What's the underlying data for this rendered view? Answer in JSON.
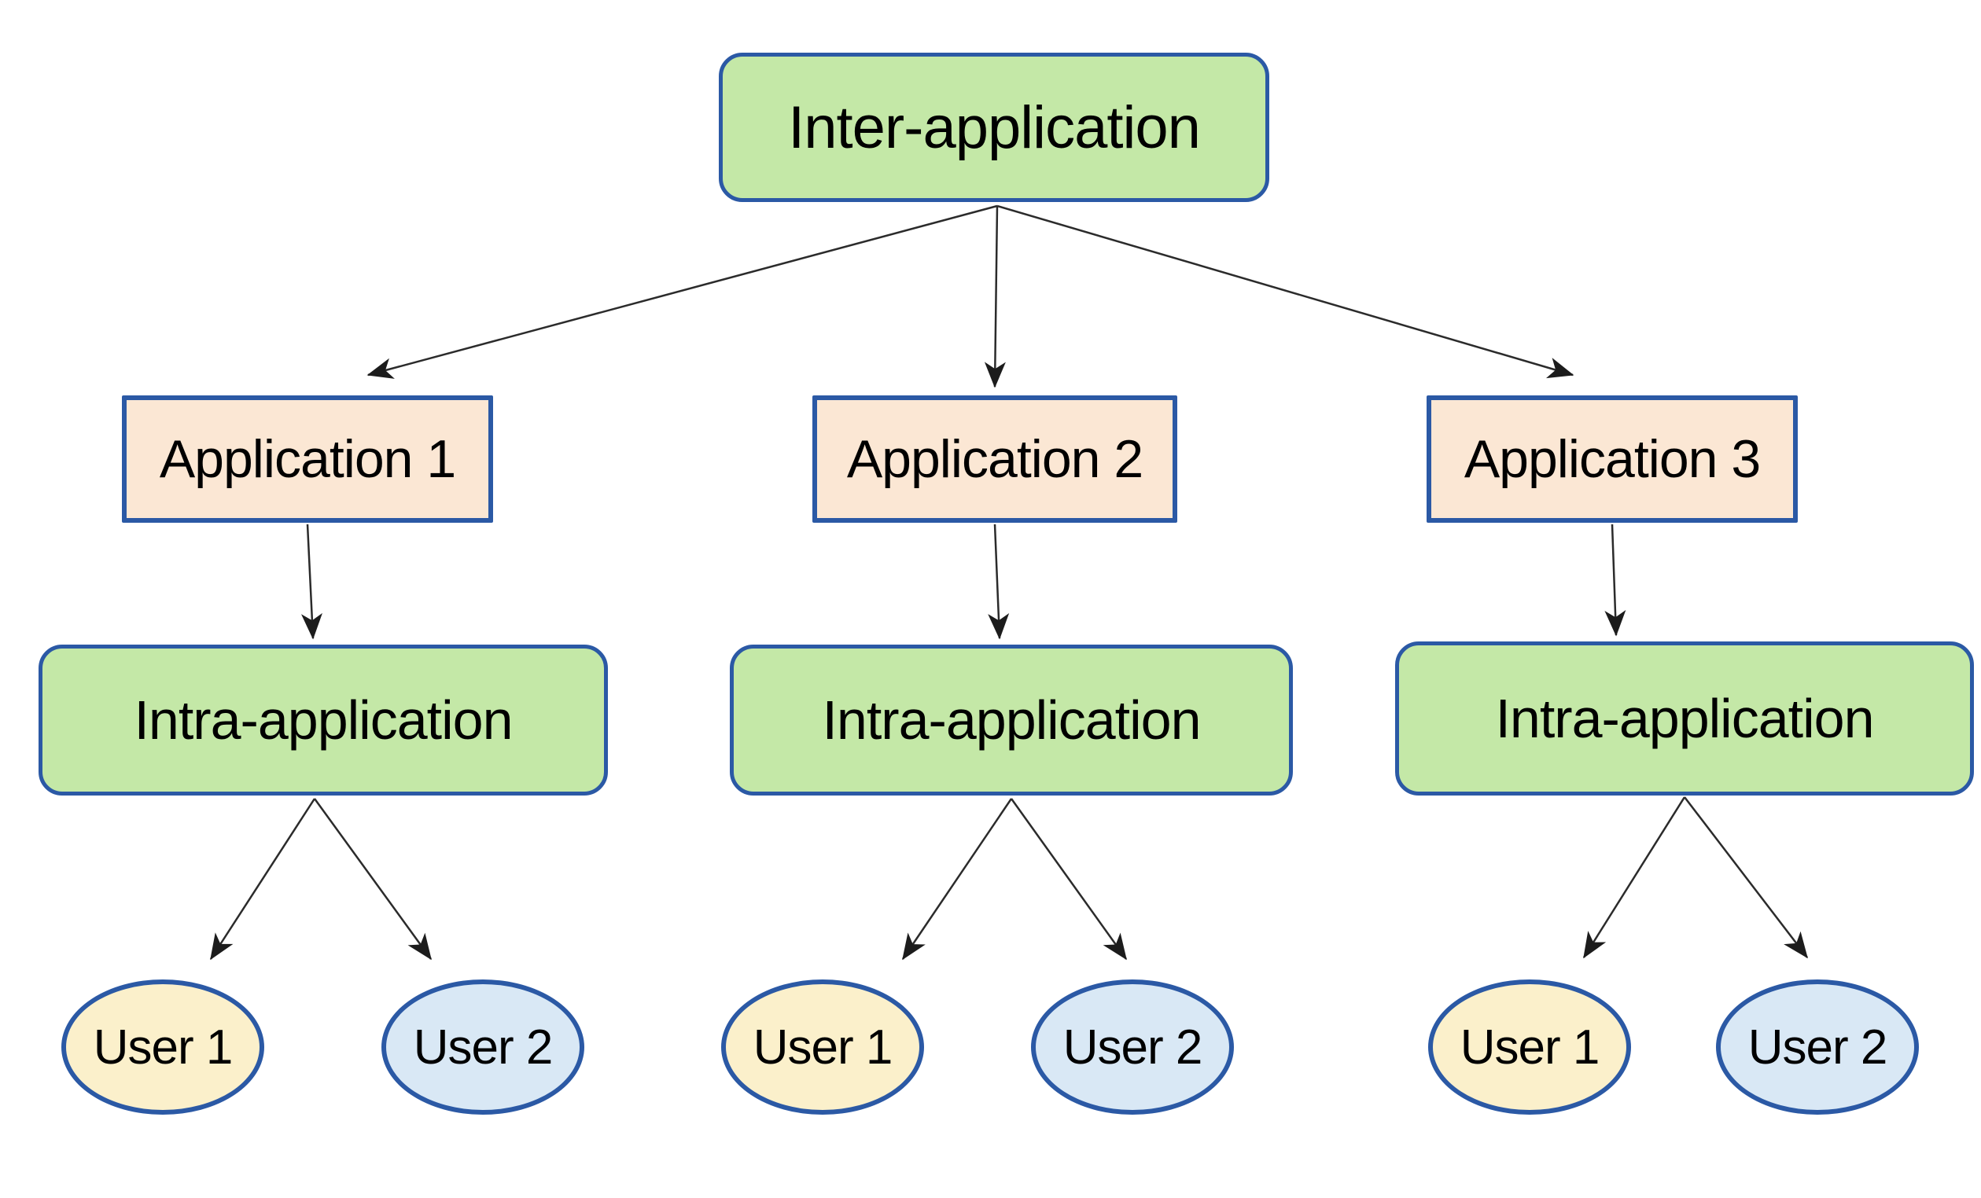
{
  "diagram": {
    "root": {
      "label": "Inter-application"
    },
    "columns": [
      {
        "application": "Application 1",
        "intra": "Intra-application",
        "users": [
          "User 1",
          "User 2"
        ]
      },
      {
        "application": "Application 2",
        "intra": "Intra-application",
        "users": [
          "User 1",
          "User 2"
        ]
      },
      {
        "application": "Application 3",
        "intra": "Intra-application",
        "users": [
          "User 1",
          "User 2"
        ]
      }
    ],
    "edges": [
      {
        "from": "inter-application",
        "to": "application-1"
      },
      {
        "from": "inter-application",
        "to": "application-2"
      },
      {
        "from": "inter-application",
        "to": "application-3"
      },
      {
        "from": "application-1",
        "to": "intra-application-1"
      },
      {
        "from": "application-2",
        "to": "intra-application-2"
      },
      {
        "from": "application-3",
        "to": "intra-application-3"
      },
      {
        "from": "intra-application-1",
        "to": "user-1-col-1"
      },
      {
        "from": "intra-application-1",
        "to": "user-2-col-1"
      },
      {
        "from": "intra-application-2",
        "to": "user-1-col-2"
      },
      {
        "from": "intra-application-2",
        "to": "user-2-col-2"
      },
      {
        "from": "intra-application-3",
        "to": "user-1-col-3"
      },
      {
        "from": "intra-application-3",
        "to": "user-2-col-3"
      }
    ],
    "colors": {
      "node_green": "#c4e8a7",
      "node_peach": "#fbe7d4",
      "node_yellow": "#fbf0cb",
      "node_blue": "#d9e8f5",
      "border_blue": "#2b59a5",
      "arrow": "#262626",
      "background": "#ffffff",
      "text": "#000000"
    }
  }
}
